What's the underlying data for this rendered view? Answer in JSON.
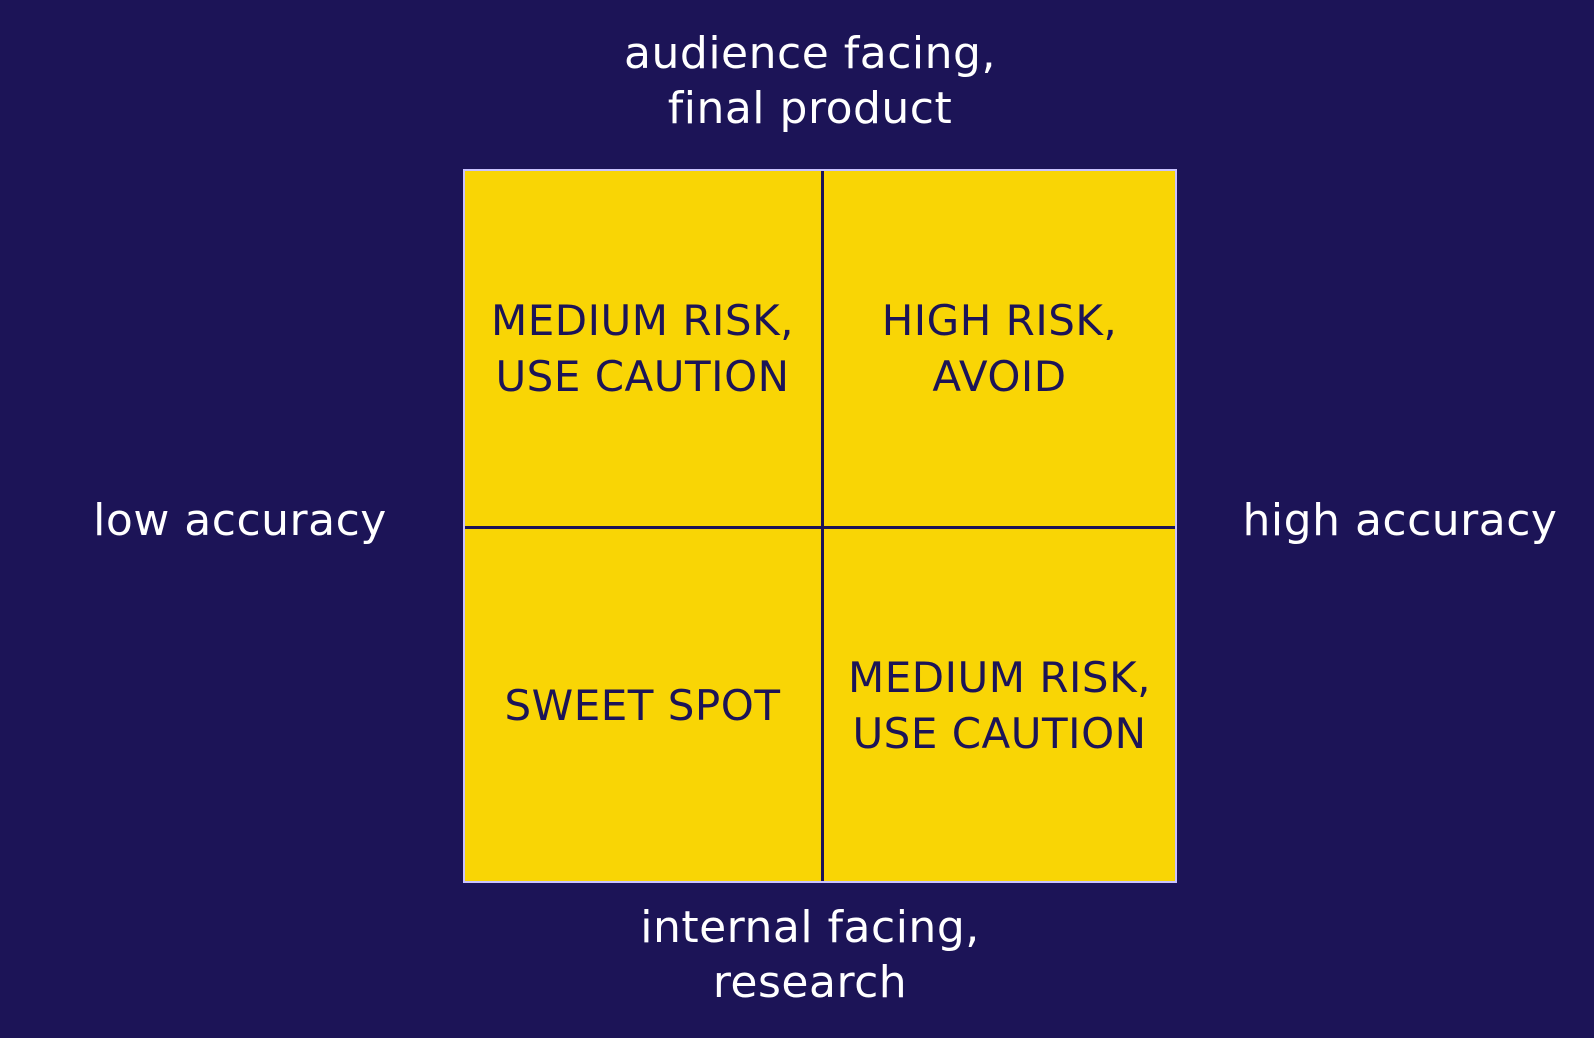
{
  "axes": {
    "top": [
      "audience facing,",
      "final product"
    ],
    "bottom": [
      "internal facing,",
      "research"
    ],
    "left": "low accuracy",
    "right": "high accuracy"
  },
  "quadrants": {
    "top_left": [
      "MEDIUM RISK,",
      "USE CAUTION"
    ],
    "top_right": [
      "HIGH RISK,",
      "AVOID"
    ],
    "bottom_left": [
      "SWEET SPOT"
    ],
    "bottom_right": [
      "MEDIUM RISK,",
      "USE CAUTION"
    ]
  },
  "colors": {
    "background": "#1c1457",
    "quadrant_fill": "#f9d505",
    "axis_text": "#ffffff",
    "quadrant_text": "#1c1457"
  }
}
